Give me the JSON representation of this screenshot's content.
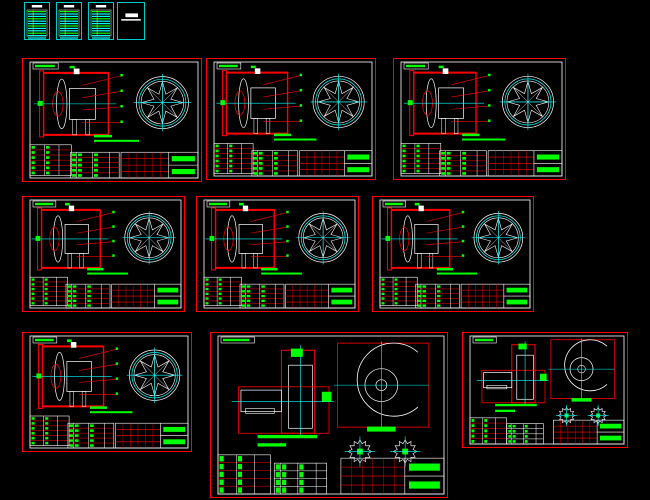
{
  "viewer": {
    "background": "#000000",
    "colors": {
      "border": "#ff0000",
      "frame": "#ffffff",
      "centerline": "#00ffff",
      "annotation": "#00ff00",
      "thumbnail_border": "#00cccc",
      "highlight": "#ffff00"
    }
  },
  "sheets": [
    {
      "kind": "table-thumbnail"
    },
    {
      "kind": "table-thumbnail"
    },
    {
      "kind": "table-thumbnail"
    },
    {
      "kind": "cover-thumbnail"
    },
    {
      "kind": "axial-fan"
    },
    {
      "kind": "axial-fan"
    },
    {
      "kind": "axial-fan"
    },
    {
      "kind": "axial-fan"
    },
    {
      "kind": "axial-fan"
    },
    {
      "kind": "axial-fan"
    },
    {
      "kind": "axial-fan"
    },
    {
      "kind": "centrifugal-fan"
    },
    {
      "kind": "centrifugal-fan-small"
    }
  ]
}
